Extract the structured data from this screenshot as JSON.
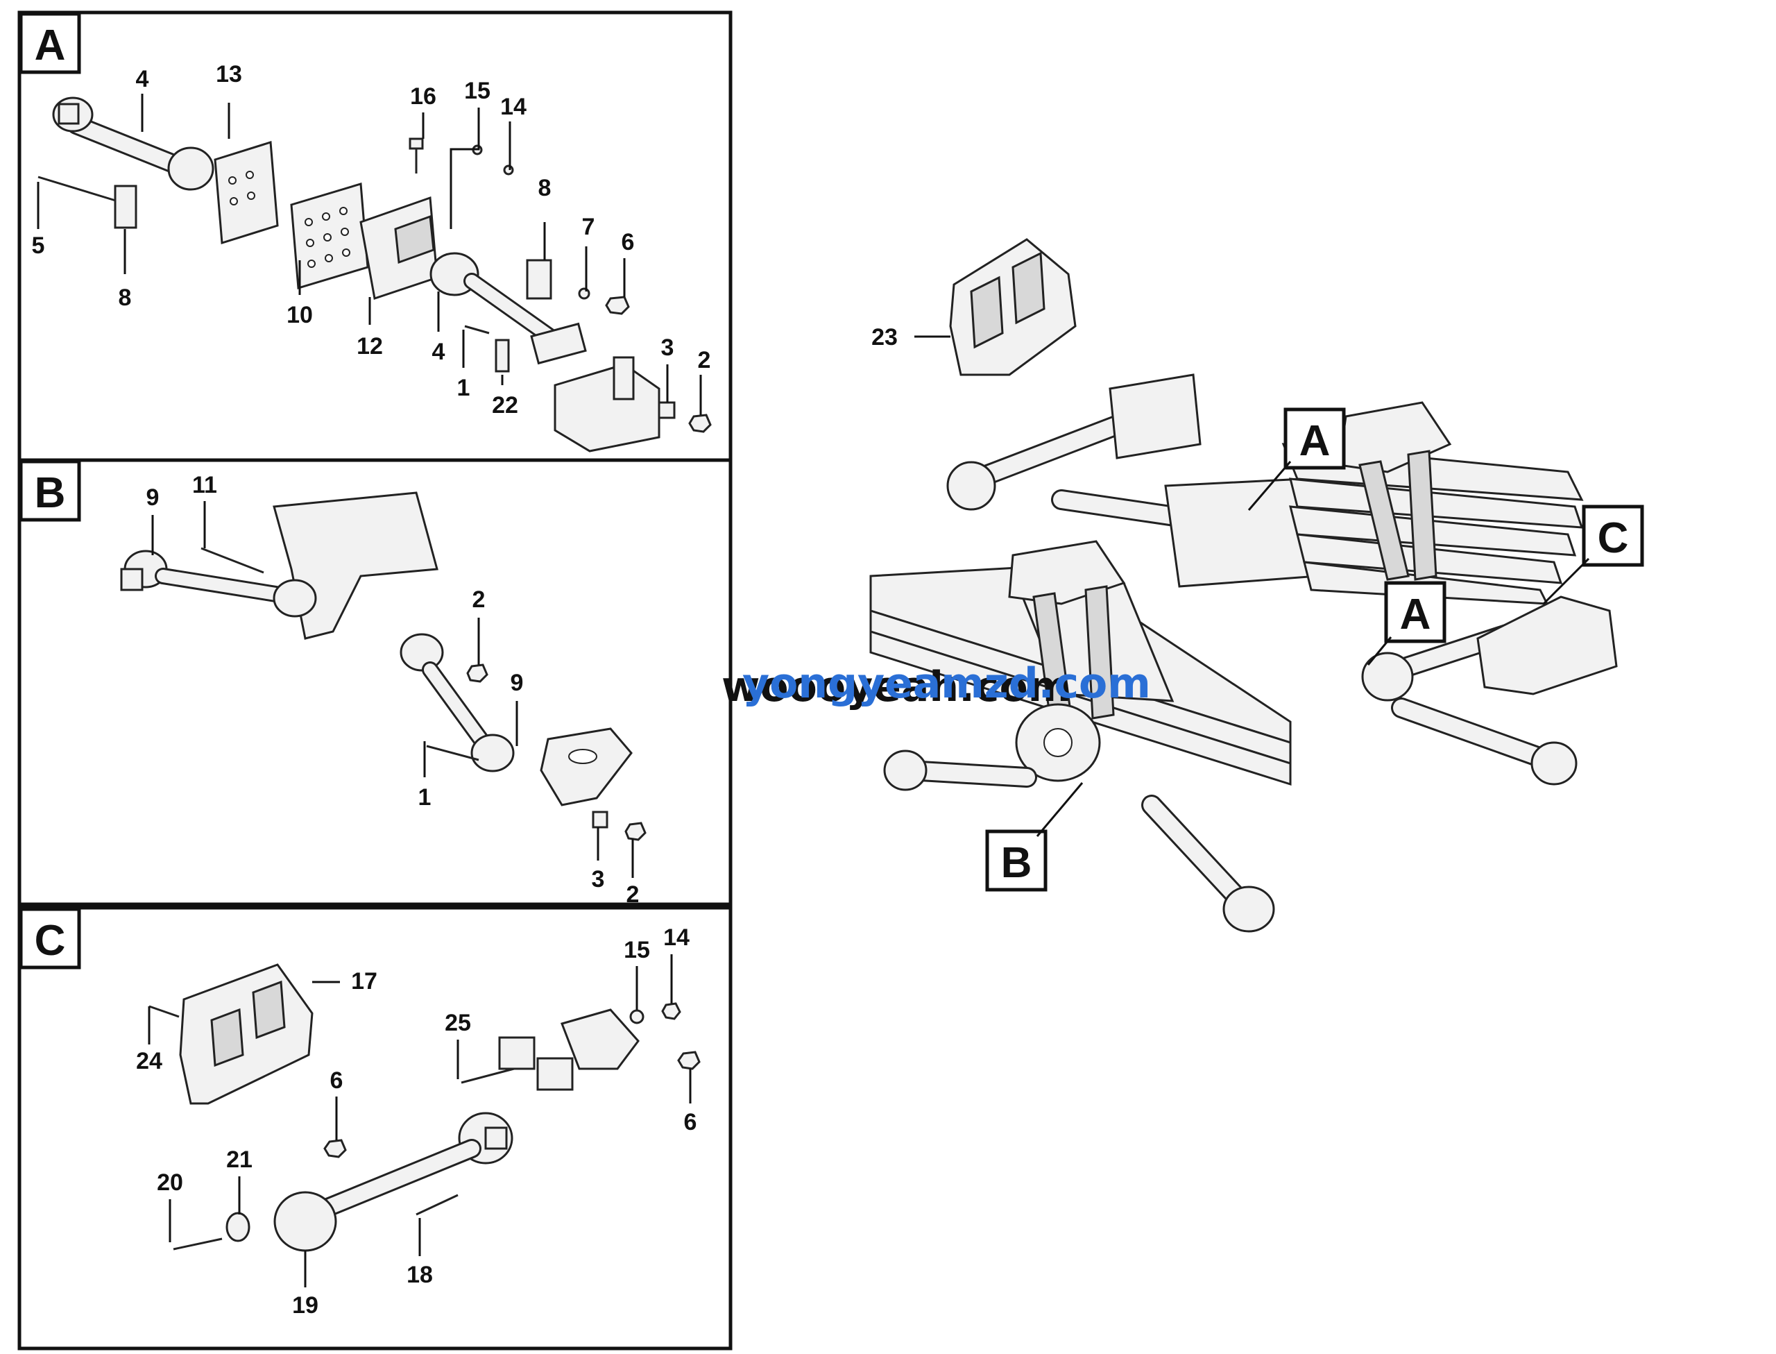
{
  "panels": [
    {
      "id": "A",
      "label": "A",
      "callouts": [
        "4",
        "13",
        "16",
        "15",
        "14",
        "5",
        "8",
        "8",
        "7",
        "6",
        "10",
        "12",
        "4",
        "1",
        "22",
        "3",
        "2"
      ]
    },
    {
      "id": "B",
      "label": "B",
      "callouts": [
        "9",
        "11",
        "2",
        "9",
        "1",
        "3",
        "2"
      ]
    },
    {
      "id": "C",
      "label": "C",
      "callouts": [
        "17",
        "24",
        "15",
        "14",
        "25",
        "6",
        "6",
        "20",
        "21",
        "19",
        "18"
      ]
    }
  ],
  "overview": {
    "callouts": [
      "23",
      "A",
      "A",
      "C",
      "B"
    ]
  },
  "watermark": {
    "text_main": "woooyeah.com",
    "text_overlay": "yongyeamzd.com",
    "color_main": "#111111",
    "color_overlay": "#2a6fd6"
  }
}
